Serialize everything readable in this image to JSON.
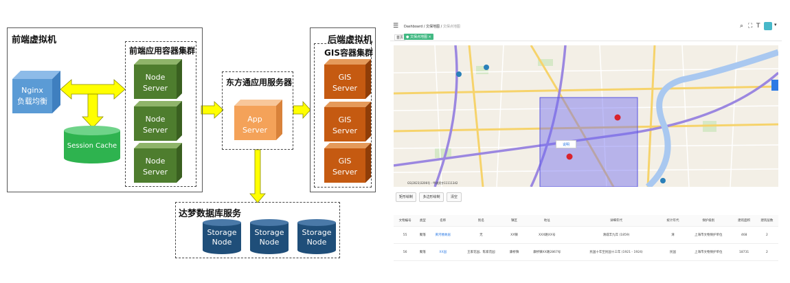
{
  "diagram": {
    "frontend_vm": {
      "title": "前端虚拟机"
    },
    "frontend_cluster": {
      "title": "前端应用容器集群"
    },
    "nginx": {
      "line1": "Nginx",
      "line2": "负载均衡"
    },
    "session_cache": {
      "label": "Session Cache"
    },
    "node_servers": [
      {
        "line1": "Node",
        "line2": "Server"
      },
      {
        "line1": "Node",
        "line2": "Server"
      },
      {
        "line1": "Node",
        "line2": "Server"
      }
    ],
    "app_service": {
      "title": "东方通应用服务器",
      "line1": "App",
      "line2": "Server"
    },
    "backend_vm": {
      "title": "后端虚拟机"
    },
    "gis_cluster": {
      "title": "GIS容器集群"
    },
    "gis_servers": [
      {
        "line1": "GIS",
        "line2": "Server"
      },
      {
        "line1": "GIS",
        "line2": "Server"
      },
      {
        "line1": "GIS",
        "line2": "Server"
      }
    ],
    "db_service": {
      "title": "达梦数据库服务"
    },
    "storage_nodes": [
      {
        "line1": "Storage",
        "line2": "Node"
      },
      {
        "line1": "Storage",
        "line2": "Node"
      },
      {
        "line1": "Storage",
        "line2": "Node"
      }
    ],
    "colors": {
      "arrow": "#ffff00",
      "nginx": "#5b9bd5",
      "cache": "#2eb34f",
      "node": "#4e7d2e",
      "app": "#f4a259",
      "gis": "#c55a11",
      "storage": "#1f4e79"
    }
  },
  "ui": {
    "breadcrumb": [
      "Dashboard",
      "文保地图",
      "文保点地图"
    ],
    "tabs": [
      "首页",
      "文保点地图"
    ],
    "popup_label": "说明",
    "map_copyright": "GS(2023)3206号 - 甲测资字11111342",
    "buttons": [
      "矩形绘制",
      "多边形绘制",
      "清空"
    ],
    "table": {
      "headers": [
        "文物编号",
        "类型",
        "名称",
        "别名",
        "镇区",
        "地址",
        "详细年代",
        "统计年代",
        "保护级别",
        "建筑面积",
        "建筑层数"
      ],
      "rows": [
        [
          "55",
          "聚落",
          "黄河楼故居",
          "无",
          "XX镇",
          "XXX路XX号",
          "清咸丰九年 (1859)",
          "清",
          "上海市文物保护单位",
          "468",
          "2"
        ],
        [
          "56",
          "聚落",
          "XX园",
          "王家花园、陈家花园",
          "康桥镇",
          "康桥镇XX路2867号",
          "民国十年至民国十三年 (1921 - 1924)",
          "民国",
          "上海市文物保护单位",
          "18731",
          "2"
        ]
      ]
    }
  }
}
